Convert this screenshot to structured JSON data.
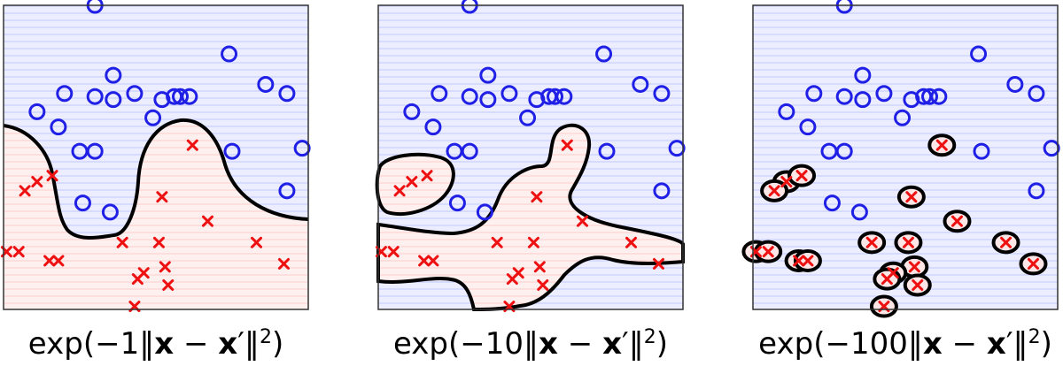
{
  "colors": {
    "positive_class": "#1f1fe6",
    "negative_class": "#ee1111",
    "positive_region": "#e7e9ff",
    "negative_region": "#ffe6e6",
    "boundary": "#000000"
  },
  "chart_data": [
    {
      "type": "scatter",
      "caption_parts": [
        "exp(−1‖",
        "x",
        " − ",
        "x",
        "′‖",
        "2",
        ")"
      ],
      "gamma": 1,
      "xlim": [
        0,
        1
      ],
      "ylim": [
        0,
        1
      ],
      "series": [
        {
          "marker": "circle",
          "points": [
            [
              0.3,
              1.0
            ],
            [
              0.74,
              0.84
            ],
            [
              0.36,
              0.77
            ],
            [
              0.86,
              0.74
            ],
            [
              0.2,
              0.71
            ],
            [
              0.3,
              0.7
            ],
            [
              0.43,
              0.71
            ],
            [
              0.52,
              0.69
            ],
            [
              0.56,
              0.7
            ],
            [
              0.58,
              0.7
            ],
            [
              0.61,
              0.7
            ],
            [
              0.93,
              0.71
            ],
            [
              0.36,
              0.69
            ],
            [
              0.11,
              0.65
            ],
            [
              0.18,
              0.6
            ],
            [
              0.49,
              0.63
            ],
            [
              0.25,
              0.52
            ],
            [
              0.3,
              0.52
            ],
            [
              0.75,
              0.52
            ],
            [
              0.98,
              0.53
            ],
            [
              0.93,
              0.39
            ],
            [
              0.26,
              0.35
            ],
            [
              0.35,
              0.32
            ]
          ]
        },
        {
          "marker": "x",
          "points": [
            [
              0.62,
              0.54
            ],
            [
              0.11,
              0.42
            ],
            [
              0.16,
              0.44
            ],
            [
              0.07,
              0.39
            ],
            [
              0.52,
              0.37
            ],
            [
              0.67,
              0.29
            ],
            [
              0.39,
              0.22
            ],
            [
              0.51,
              0.22
            ],
            [
              0.83,
              0.22
            ],
            [
              0.01,
              0.19
            ],
            [
              0.05,
              0.19
            ],
            [
              0.15,
              0.16
            ],
            [
              0.18,
              0.16
            ],
            [
              0.53,
              0.14
            ],
            [
              0.92,
              0.15
            ],
            [
              0.46,
              0.12
            ],
            [
              0.44,
              0.1
            ],
            [
              0.54,
              0.08
            ],
            [
              0.43,
              0.01
            ]
          ]
        }
      ]
    },
    {
      "type": "scatter",
      "caption_parts": [
        "exp(−10‖",
        "x",
        " − ",
        "x",
        "′‖",
        "2",
        ")"
      ],
      "gamma": 10,
      "xlim": [
        0,
        1
      ],
      "ylim": [
        0,
        1
      ],
      "series": [
        {
          "marker": "circle",
          "points": [
            [
              0.3,
              1.0
            ],
            [
              0.74,
              0.84
            ],
            [
              0.36,
              0.77
            ],
            [
              0.86,
              0.74
            ],
            [
              0.2,
              0.71
            ],
            [
              0.3,
              0.7
            ],
            [
              0.43,
              0.71
            ],
            [
              0.52,
              0.69
            ],
            [
              0.56,
              0.7
            ],
            [
              0.58,
              0.7
            ],
            [
              0.61,
              0.7
            ],
            [
              0.93,
              0.71
            ],
            [
              0.36,
              0.69
            ],
            [
              0.11,
              0.65
            ],
            [
              0.18,
              0.6
            ],
            [
              0.49,
              0.63
            ],
            [
              0.25,
              0.52
            ],
            [
              0.3,
              0.52
            ],
            [
              0.75,
              0.52
            ],
            [
              0.98,
              0.53
            ],
            [
              0.93,
              0.39
            ],
            [
              0.26,
              0.35
            ],
            [
              0.35,
              0.32
            ]
          ]
        },
        {
          "marker": "x",
          "points": [
            [
              0.62,
              0.54
            ],
            [
              0.11,
              0.42
            ],
            [
              0.16,
              0.44
            ],
            [
              0.07,
              0.39
            ],
            [
              0.52,
              0.37
            ],
            [
              0.67,
              0.29
            ],
            [
              0.39,
              0.22
            ],
            [
              0.51,
              0.22
            ],
            [
              0.83,
              0.22
            ],
            [
              0.01,
              0.19
            ],
            [
              0.05,
              0.19
            ],
            [
              0.15,
              0.16
            ],
            [
              0.18,
              0.16
            ],
            [
              0.53,
              0.14
            ],
            [
              0.92,
              0.15
            ],
            [
              0.46,
              0.12
            ],
            [
              0.44,
              0.1
            ],
            [
              0.54,
              0.08
            ],
            [
              0.43,
              0.01
            ]
          ]
        }
      ]
    },
    {
      "type": "scatter",
      "caption_parts": [
        "exp(−100‖",
        "x",
        " − ",
        "x",
        "′‖",
        "2",
        ")"
      ],
      "gamma": 100,
      "xlim": [
        0,
        1
      ],
      "ylim": [
        0,
        1
      ],
      "series": [
        {
          "marker": "circle",
          "points": [
            [
              0.3,
              1.0
            ],
            [
              0.74,
              0.84
            ],
            [
              0.36,
              0.77
            ],
            [
              0.86,
              0.74
            ],
            [
              0.2,
              0.71
            ],
            [
              0.3,
              0.7
            ],
            [
              0.43,
              0.71
            ],
            [
              0.52,
              0.69
            ],
            [
              0.56,
              0.7
            ],
            [
              0.58,
              0.7
            ],
            [
              0.61,
              0.7
            ],
            [
              0.93,
              0.71
            ],
            [
              0.36,
              0.69
            ],
            [
              0.11,
              0.65
            ],
            [
              0.18,
              0.6
            ],
            [
              0.49,
              0.63
            ],
            [
              0.25,
              0.52
            ],
            [
              0.3,
              0.52
            ],
            [
              0.75,
              0.52
            ],
            [
              0.98,
              0.53
            ],
            [
              0.93,
              0.39
            ],
            [
              0.26,
              0.35
            ],
            [
              0.35,
              0.32
            ]
          ]
        },
        {
          "marker": "x",
          "points": [
            [
              0.62,
              0.54
            ],
            [
              0.11,
              0.42
            ],
            [
              0.16,
              0.44
            ],
            [
              0.07,
              0.39
            ],
            [
              0.52,
              0.37
            ],
            [
              0.67,
              0.29
            ],
            [
              0.39,
              0.22
            ],
            [
              0.51,
              0.22
            ],
            [
              0.83,
              0.22
            ],
            [
              0.01,
              0.19
            ],
            [
              0.05,
              0.19
            ],
            [
              0.15,
              0.16
            ],
            [
              0.18,
              0.16
            ],
            [
              0.53,
              0.14
            ],
            [
              0.92,
              0.15
            ],
            [
              0.46,
              0.12
            ],
            [
              0.44,
              0.1
            ],
            [
              0.54,
              0.08
            ],
            [
              0.43,
              0.01
            ]
          ]
        }
      ]
    }
  ]
}
